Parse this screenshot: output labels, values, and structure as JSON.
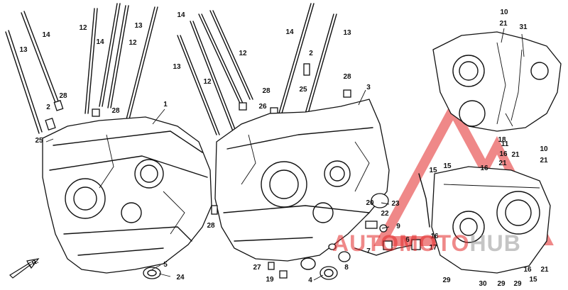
{
  "watermark": {
    "text_red": "AUTOMOTO",
    "text_gray": "HUB",
    "color_red": "#e22828",
    "color_gray": "#969696"
  },
  "direction_label": "FR.",
  "callouts": [
    {
      "id": "c1",
      "text": "1"
    },
    {
      "id": "c2a",
      "text": "2"
    },
    {
      "id": "c2b",
      "text": "2"
    },
    {
      "id": "c3",
      "text": "3"
    },
    {
      "id": "c4",
      "text": "4"
    },
    {
      "id": "c5",
      "text": "5"
    },
    {
      "id": "c6",
      "text": "6"
    },
    {
      "id": "c7",
      "text": "7"
    },
    {
      "id": "c8",
      "text": "8"
    },
    {
      "id": "c9",
      "text": "9"
    },
    {
      "id": "c10a",
      "text": "10"
    },
    {
      "id": "c10b",
      "text": "10"
    },
    {
      "id": "c11",
      "text": "11"
    },
    {
      "id": "c12a",
      "text": "12"
    },
    {
      "id": "c12b",
      "text": "12"
    },
    {
      "id": "c12c",
      "text": "12"
    },
    {
      "id": "c12d",
      "text": "12"
    },
    {
      "id": "c13a",
      "text": "13"
    },
    {
      "id": "c13b",
      "text": "13"
    },
    {
      "id": "c13c",
      "text": "13"
    },
    {
      "id": "c13d",
      "text": "13"
    },
    {
      "id": "c14a",
      "text": "14"
    },
    {
      "id": "c14b",
      "text": "14"
    },
    {
      "id": "c14c",
      "text": "14"
    },
    {
      "id": "c14d",
      "text": "14"
    },
    {
      "id": "c15a",
      "text": "15"
    },
    {
      "id": "c15b",
      "text": "15"
    },
    {
      "id": "c15c",
      "text": "15"
    },
    {
      "id": "c16a",
      "text": "16"
    },
    {
      "id": "c16b",
      "text": "16"
    },
    {
      "id": "c16c",
      "text": "16"
    },
    {
      "id": "c16d",
      "text": "16"
    },
    {
      "id": "c17",
      "text": "17"
    },
    {
      "id": "c18",
      "text": "18"
    },
    {
      "id": "c19",
      "text": "19"
    },
    {
      "id": "c20",
      "text": "20"
    },
    {
      "id": "c21a",
      "text": "21"
    },
    {
      "id": "c21b",
      "text": "21"
    },
    {
      "id": "c21c",
      "text": "21"
    },
    {
      "id": "c21d",
      "text": "21"
    },
    {
      "id": "c21e",
      "text": "21"
    },
    {
      "id": "c22",
      "text": "22"
    },
    {
      "id": "c23",
      "text": "23"
    },
    {
      "id": "c24",
      "text": "24"
    },
    {
      "id": "c25a",
      "text": "25"
    },
    {
      "id": "c25b",
      "text": "25"
    },
    {
      "id": "c26",
      "text": "26"
    },
    {
      "id": "c27",
      "text": "27"
    },
    {
      "id": "c28a",
      "text": "28"
    },
    {
      "id": "c28b",
      "text": "28"
    },
    {
      "id": "c28c",
      "text": "28"
    },
    {
      "id": "c28d",
      "text": "28"
    },
    {
      "id": "c28e",
      "text": "28"
    },
    {
      "id": "c29a",
      "text": "29"
    },
    {
      "id": "c29b",
      "text": "29"
    },
    {
      "id": "c29c",
      "text": "29"
    },
    {
      "id": "c30",
      "text": "30"
    },
    {
      "id": "c31",
      "text": "31"
    }
  ]
}
